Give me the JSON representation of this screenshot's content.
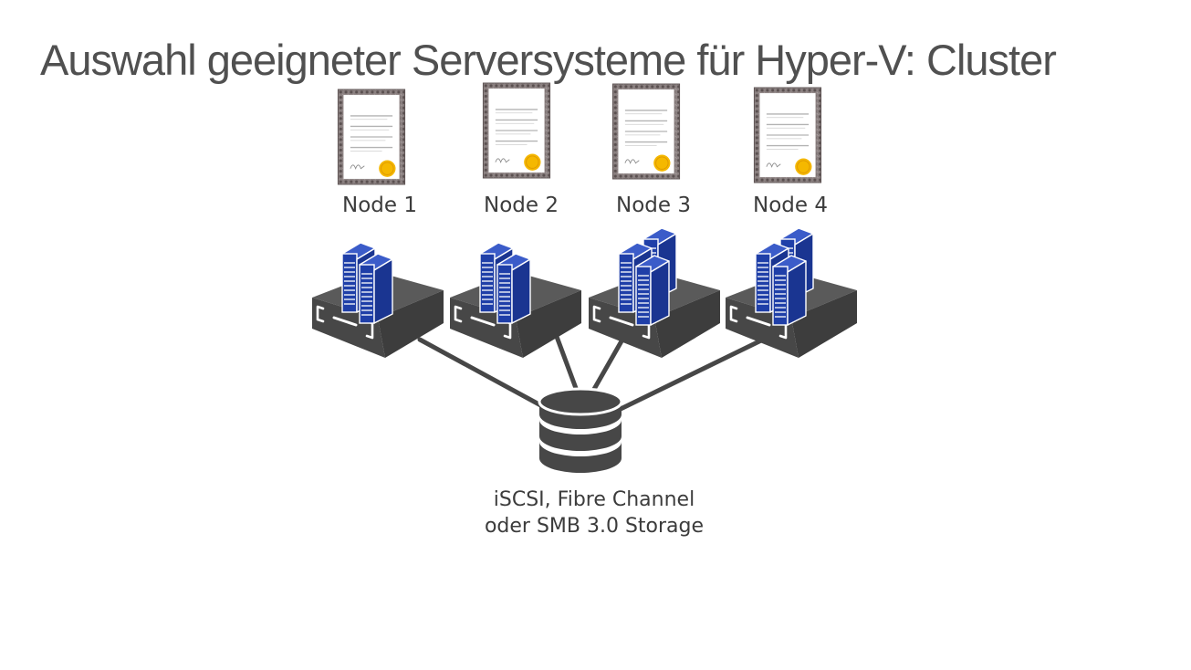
{
  "slide": {
    "title": "Auswahl geeigneter Serversysteme für Hyper-V: Cluster"
  },
  "nodes": [
    {
      "label": "Node 1",
      "icon": "certificate-icon",
      "servers": 2
    },
    {
      "label": "Node 2",
      "icon": "certificate-icon",
      "servers": 2
    },
    {
      "label": "Node 3",
      "icon": "certificate-icon",
      "servers": 3
    },
    {
      "label": "Node 4",
      "icon": "certificate-icon",
      "servers": 3
    }
  ],
  "storage": {
    "icon": "database-icon",
    "label_line1": "iSCSI, Fibre Channel",
    "label_line2": "oder SMB 3.0 Storage"
  },
  "colors": {
    "title": "#505050",
    "chassis": "#474747",
    "chassis_top": "#5a5a5a",
    "server_blue": "#1f3fa8",
    "server_stripe": "#ffffff",
    "certificate_frame": "#6d6262",
    "seal": "#f5b800",
    "link": "#474747",
    "label": "#3c3c3c"
  }
}
